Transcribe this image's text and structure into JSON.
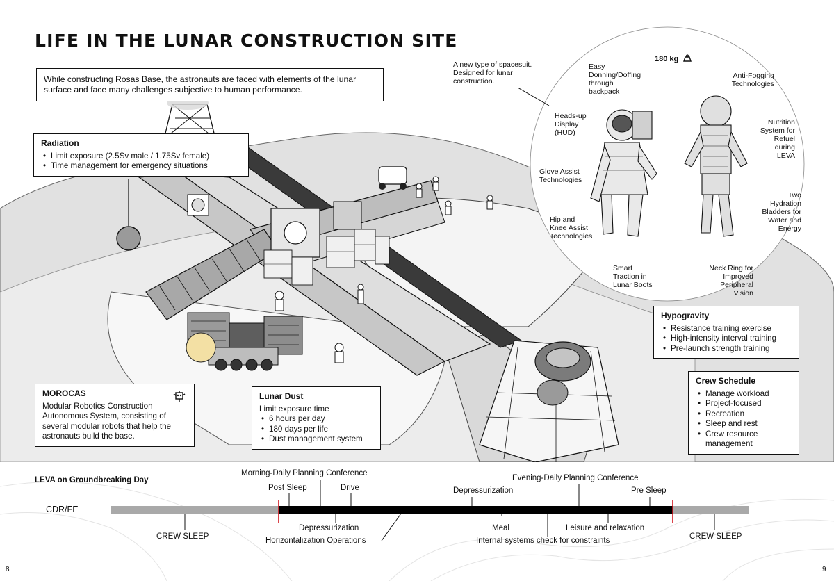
{
  "page": {
    "title": "LIFE IN THE LUNAR CONSTRUCTION SITE",
    "intro": "While constructing Rosas Base, the astronauts are faced with elements of the lunar surface and face many challenges subjective to human performance.",
    "page_left": "8",
    "page_right": "9"
  },
  "radiation": {
    "title": "Radiation",
    "items": [
      "Limit exposure (2.5Sv male / 1.75Sv female)",
      "Time management for emergency situations"
    ]
  },
  "hypogravity": {
    "title": "Hypogravity",
    "items": [
      "Resistance training exercise",
      "High-intensity interval training",
      "Pre-launch strength training"
    ]
  },
  "crew_schedule": {
    "title": "Crew Schedule",
    "items": [
      "Manage workload",
      "Project-focused",
      "Recreation",
      "Sleep and rest",
      "Crew resource management"
    ]
  },
  "morocas": {
    "title": "MOROCAS",
    "text": "Modular Robotics Construction Autonomous System, consisting of several modular robots that help the astronauts build the base.",
    "icon": "robot-icon"
  },
  "lunar_dust": {
    "title": "Lunar Dust",
    "text": "Limit exposure time",
    "items": [
      "6 hours per day",
      "180 days per life",
      "Dust management system"
    ]
  },
  "spacesuit": {
    "intro": [
      "A new type of spacesuit.",
      "Designed for lunar",
      "construction."
    ],
    "weight": "180 kg",
    "weight_icon": "weight-icon",
    "features": {
      "donning": [
        "Easy",
        "Donning/Doffing",
        "through",
        "backpack"
      ],
      "anti_fog": [
        "Anti-Fogging",
        "Technologies"
      ],
      "hud": [
        "Heads-up",
        "Display",
        "(HUD)"
      ],
      "nutrition": [
        "Nutrition",
        "System for",
        "Refuel",
        "during",
        "LEVA"
      ],
      "glove": [
        "Glove Assist",
        "Technologies"
      ],
      "hydration": [
        "Two",
        "Hydration",
        "Bladders for",
        "Water and",
        "Energy"
      ],
      "hip_knee": [
        "Hip and",
        "Knee Assist",
        "Technologies"
      ],
      "traction": [
        "Smart",
        "Traction in",
        "Lunar Boots"
      ],
      "neck_ring": [
        "Neck Ring for",
        "Improved",
        "Peripheral",
        "Vision"
      ]
    }
  },
  "timeline": {
    "title": "LEVA on Groundbreaking Day",
    "row_label": "CDR/FE",
    "above": {
      "morning_conf": "Morning-Daily Planning Conference",
      "post_sleep": "Post Sleep",
      "drive": "Drive",
      "depressurization": "Depressurization",
      "evening_conf": "Evening-Daily Planning Conference",
      "pre_sleep": "Pre Sleep"
    },
    "below": {
      "crew_sleep_left": "CREW SLEEP",
      "depressurization": "Depressurization",
      "horizontalization": "Horizontalization Operations",
      "meal": "Meal",
      "internal_check": "Internal systems check for constraints",
      "leisure": "Leisure and relaxation",
      "crew_sleep_right": "CREW SLEEP"
    },
    "colors": {
      "sleep": "#a9a9a9",
      "active": "#000000",
      "marker": "#d1141c"
    }
  }
}
